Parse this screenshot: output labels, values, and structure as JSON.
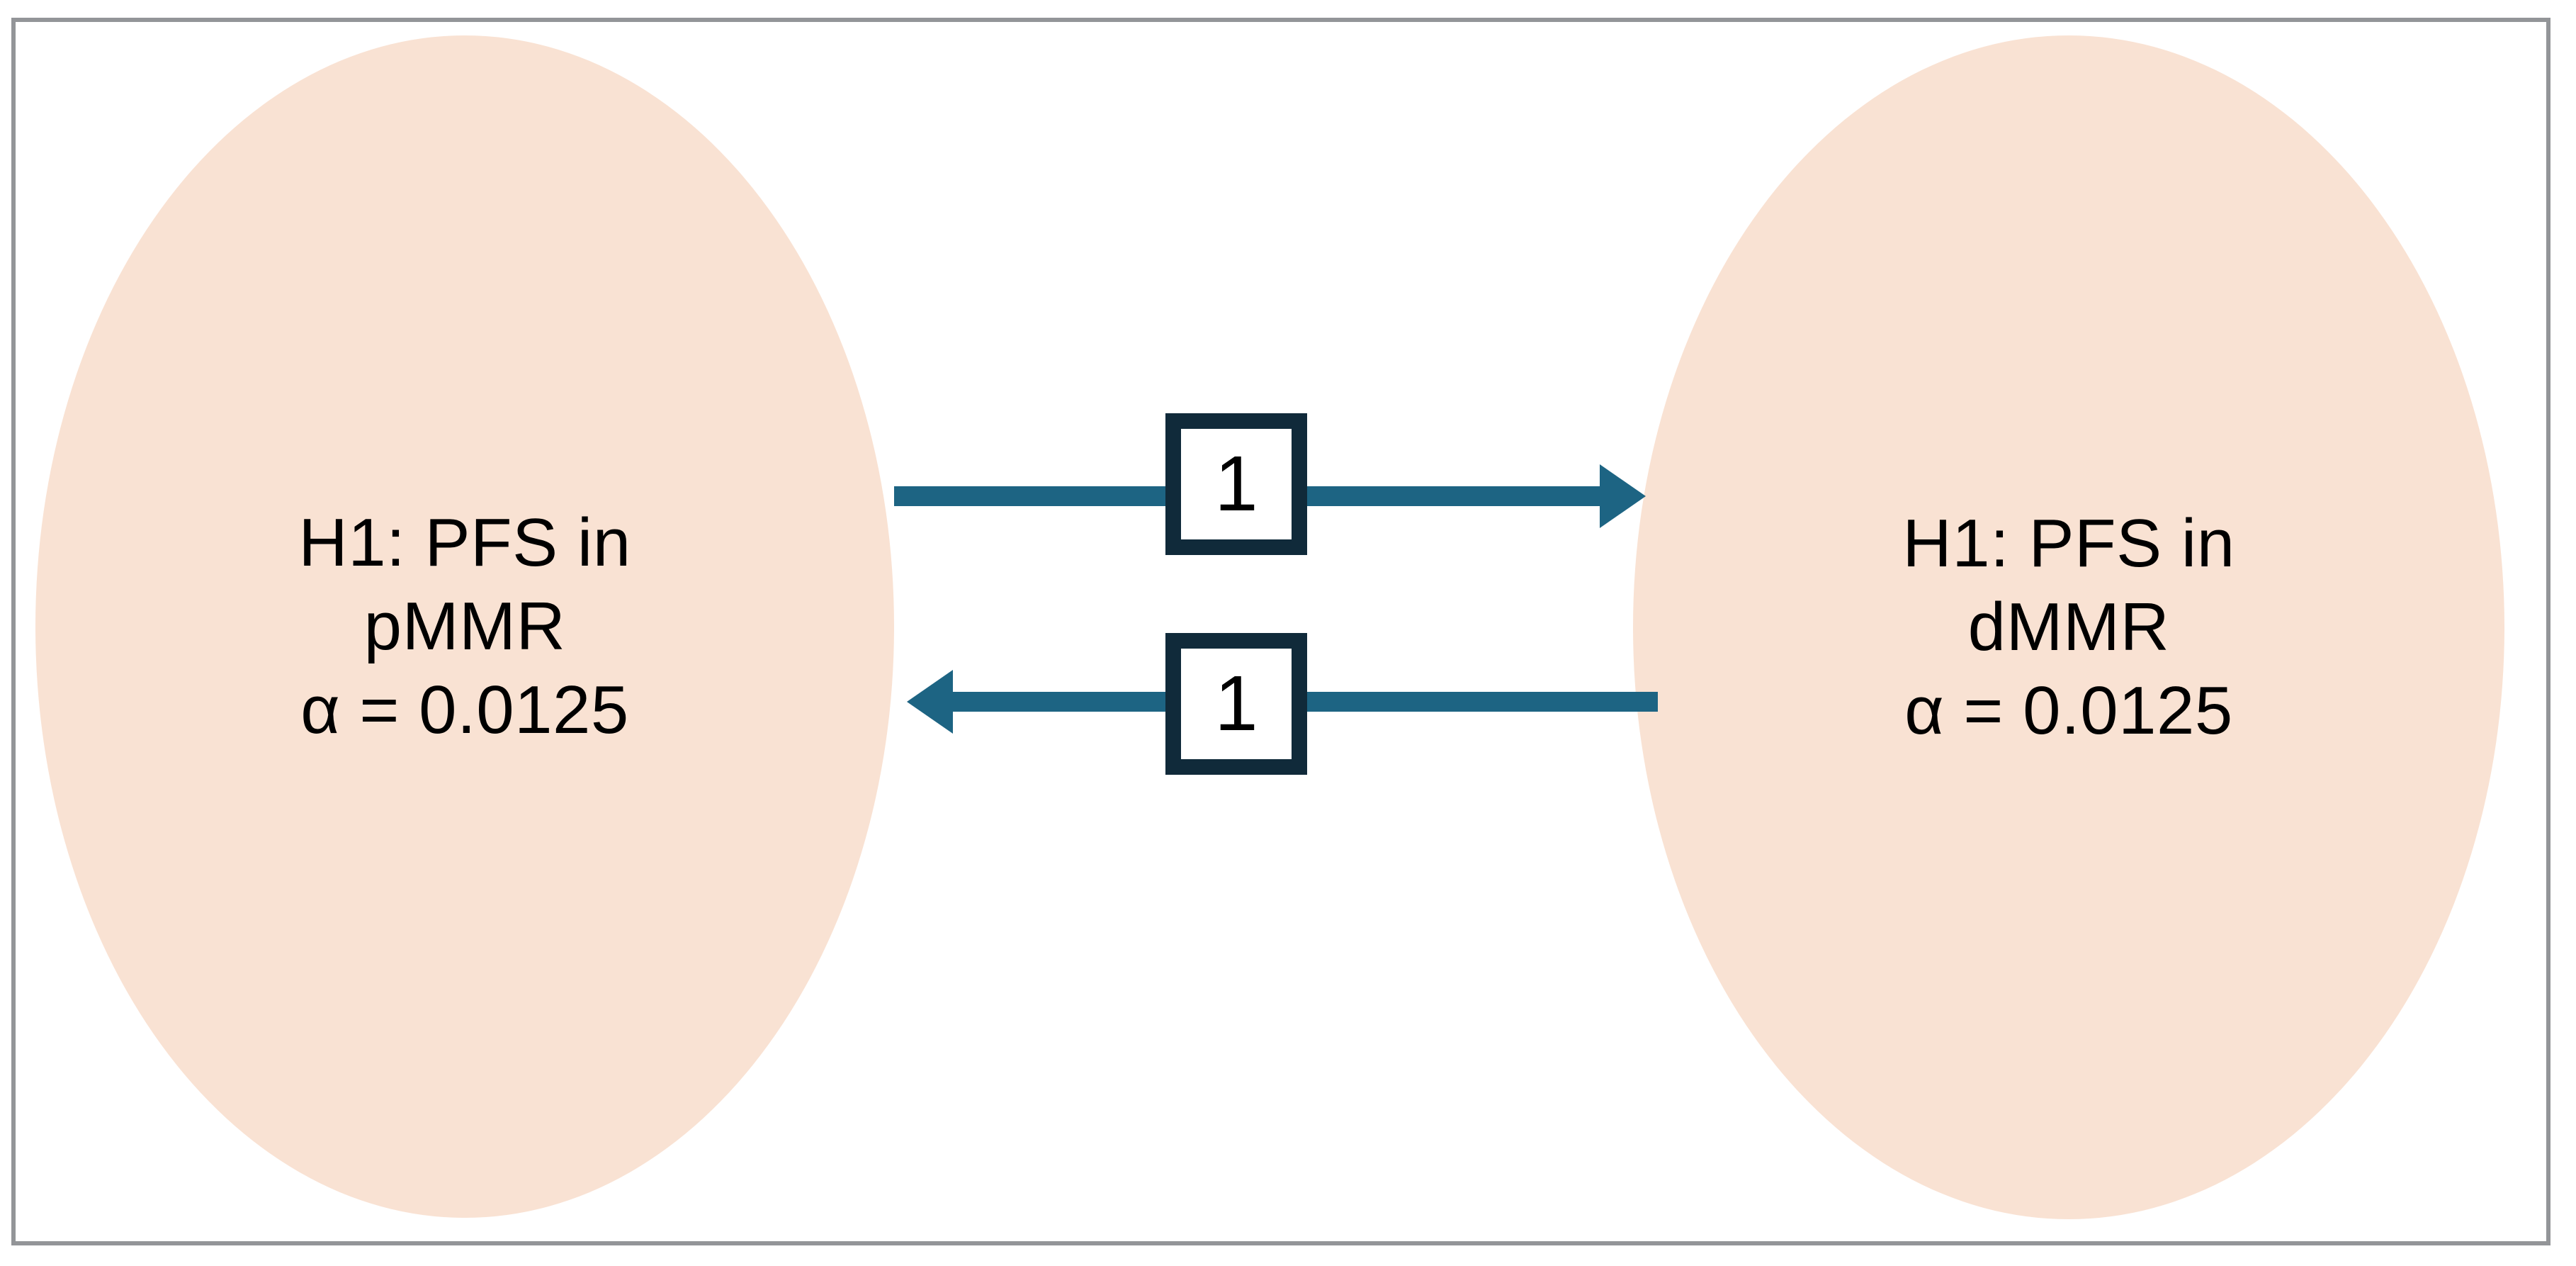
{
  "figure": {
    "type": "graphical-testing-procedure-diagram",
    "frame": {
      "border_color": "#939598",
      "background_color": "#ffffff"
    }
  },
  "colors": {
    "node_fill": "#f9e2d3",
    "edge": "#1d6483",
    "weight_box_border": "#102a3a",
    "text": "#000000",
    "frame_border": "#939598"
  },
  "nodes": [
    {
      "id": "pMMR",
      "line1": "H1: PFS in",
      "line2": "pMMR",
      "line3": "α = 0.0125"
    },
    {
      "id": "dMMR",
      "line1": "H1: PFS in",
      "line2": "dMMR",
      "line3": "α = 0.0125"
    }
  ],
  "edges": [
    {
      "id": "pMMR-to-dMMR",
      "from": "pMMR",
      "to": "dMMR",
      "direction": "right",
      "weight": "1"
    },
    {
      "id": "dMMR-to-pMMR",
      "from": "dMMR",
      "to": "pMMR",
      "direction": "left",
      "weight": "1"
    }
  ]
}
